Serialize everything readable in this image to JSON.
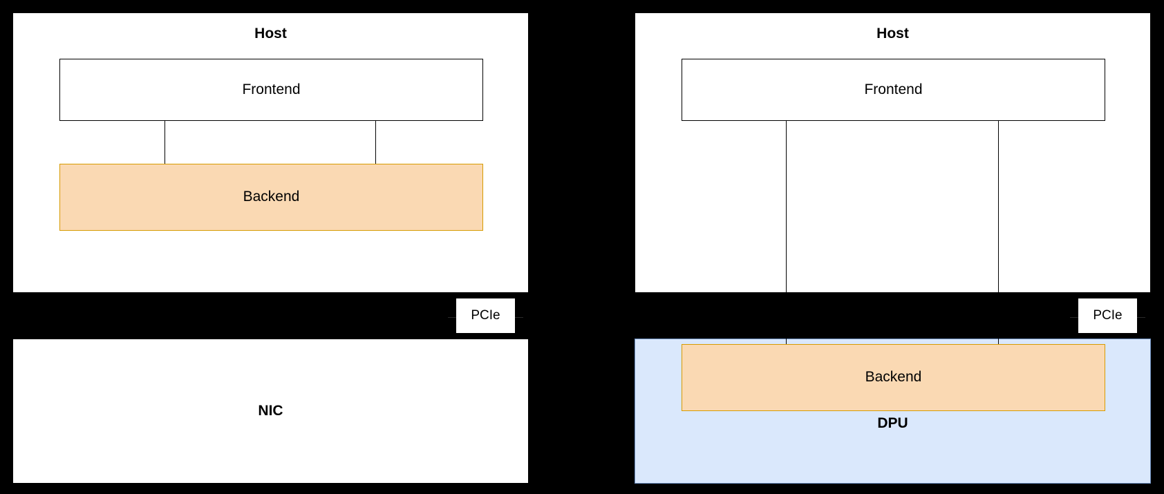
{
  "diagram": {
    "title": "Host frontend/backend placement: NIC versus DPU",
    "background_color": "#000000",
    "palette": {
      "plain_fill": "#FFFFFF",
      "plain_stroke": "#000000",
      "orange_fill": "#FAD9B3",
      "orange_stroke": "#D79B00",
      "blue_fill": "#DAE8FC",
      "blue_stroke": "#6C8EBF",
      "line": "#000000"
    }
  },
  "left_panel": {
    "host": {
      "label": "Host"
    },
    "frontend": {
      "label": "Frontend"
    },
    "backend": {
      "label": "Backend"
    },
    "nic": {
      "label": "NIC"
    },
    "pcie_link": {
      "label": "PCIe"
    }
  },
  "right_panel": {
    "host": {
      "label": "Host"
    },
    "frontend": {
      "label": "Frontend"
    },
    "backend": {
      "label": "Backend"
    },
    "dpu": {
      "label": "DPU"
    },
    "pcie_link": {
      "label": "PCIe"
    }
  }
}
